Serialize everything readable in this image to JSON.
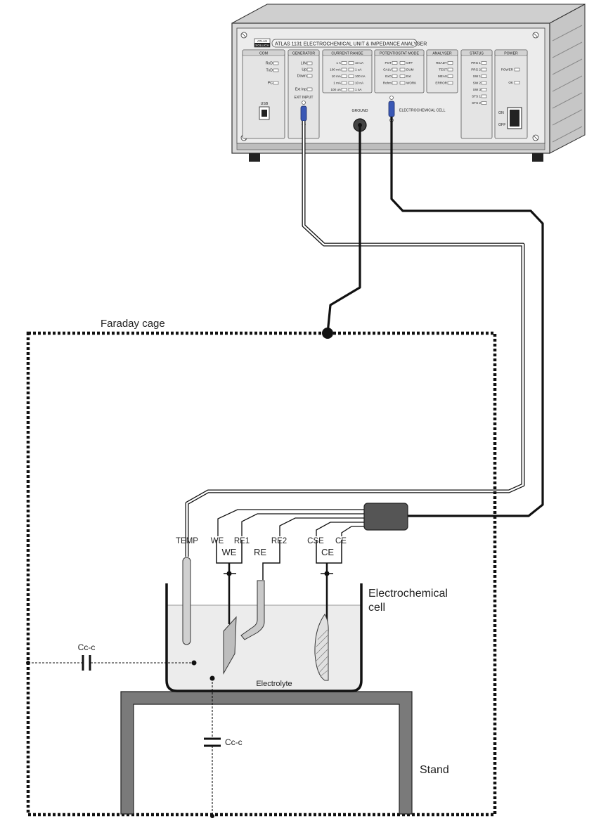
{
  "instrument": {
    "brand_logo_top": "ATLAS",
    "brand_logo_bottom": "SOLLICH",
    "title": "ATLAS  1131 ELECTROCHEMICAL UNIT & IMPEDANCE ANALYSER",
    "panels": {
      "com": {
        "title": "COM",
        "leds": [
          "RxD",
          "TxD",
          "PC"
        ],
        "usb_label": "USB"
      },
      "generator": {
        "title": "GENERATOR",
        "leds": [
          "LIN",
          "Up",
          "Down",
          "Ext Inp"
        ],
        "ext_input_label": "EXT INPUT"
      },
      "current_range": {
        "title": "CURRENT RANGE",
        "left": [
          "1 A",
          "100 mA",
          "10 mA",
          "1 mA",
          "100 uA"
        ],
        "right": [
          "10 uA",
          "1 uA",
          "100 nA",
          "10 nA",
          "1 nA"
        ]
      },
      "potentiostat_mode": {
        "title": "POTENTIOSTAT MODE",
        "left": [
          "POT",
          "GALV",
          "ExO",
          "Rohm"
        ],
        "right": [
          "OFF",
          "DUM",
          "Ext",
          "WORK"
        ]
      },
      "analyser": {
        "title": "ANALYSER",
        "leds": [
          "READY",
          "TEST",
          "MEAS",
          "ERROR"
        ]
      },
      "status": {
        "title": "STATUS",
        "leds": [
          "PRG 1",
          "PRG 2",
          "SW 1",
          "SW 2",
          "SW 3",
          "STS 1",
          "STS 2"
        ]
      },
      "power": {
        "title": "POWER",
        "leds": [
          "POWER",
          "OK"
        ],
        "on_label": "ON",
        "off_label": "OFF"
      }
    },
    "ground_label": "GROUND",
    "cell_connector_label": "ELECTROCHEMICAL CELL"
  },
  "labels": {
    "faraday_cage": "Faraday cage",
    "temp": "TEMP",
    "we": "WE",
    "re1": "RE1",
    "re2": "RE2",
    "cse": "CSE",
    "ce": "CE",
    "we_electrode": "WE",
    "re_electrode": "RE",
    "ce_electrode": "CE",
    "cell_line1": "Electrochemical",
    "cell_line2": "cell",
    "electrolyte": "Electrolyte",
    "stand": "Stand",
    "capacitor_horizontal": "Cc-c",
    "capacitor_vertical": "Cc-c"
  },
  "colors": {
    "line": "#111111",
    "instrument_body": "#d9d9d9",
    "instrument_face": "#efefef",
    "stand": "#7a7a7a",
    "electrolyte": "#ececec",
    "connector_blue": "#3a58b5",
    "junction_box": "#555555"
  }
}
